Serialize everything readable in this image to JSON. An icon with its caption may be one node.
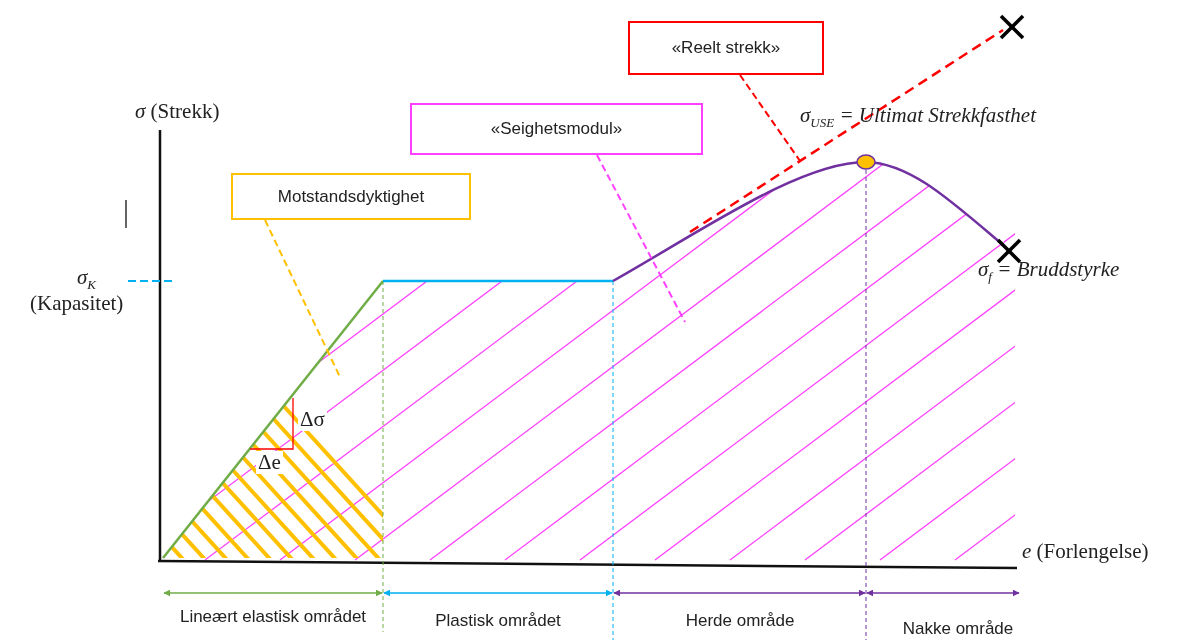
{
  "diagram": {
    "nodes": [
      {
        "text": [
          "Motstandsdyktighet"
        ]
      },
      {
        "text": [
          "«Seighetsmodul»"
        ]
      },
      {
        "text": [
          "«Reelt strekk»"
        ]
      },
      {
        "text": [],
        "shape": "line"
      }
    ],
    "edges": [
      {
        "from": 0,
        "to": null,
        "arrow": "none",
        "style": "dashed",
        "color": "#ffc000"
      },
      {
        "from": 1,
        "to": null,
        "arrow": "none",
        "style": "dashed",
        "color": "#ff40ff"
      },
      {
        "from": 2,
        "to": 3,
        "arrow": "none",
        "style": "dashed",
        "color": "#ff0000"
      }
    ],
    "labels": [
      "*σ* (Strekk)",
      "σ$_{K}$",
      "(Kapasitet)",
      "σ$_{USE}$ = Ultimat Strekkfasthet",
      "σ$_{f}$ = Bruddstyrke",
      "Δσ",
      "Δe",
      "*e* (Forlengelse)",
      "Lineært elastisk området",
      "Plastisk området",
      "Herde område",
      "Nakke område"
    ]
  }
}
